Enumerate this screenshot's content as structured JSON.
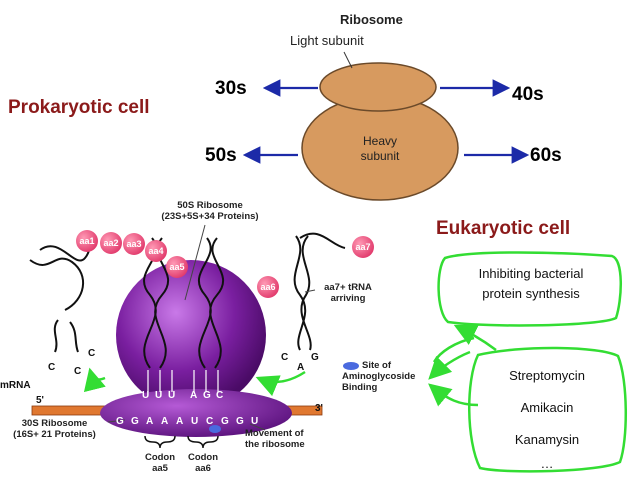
{
  "ribosome": {
    "title": "Ribosome",
    "light_label": "Light subunit",
    "heavy_label_1": "Heavy",
    "heavy_label_2": "subunit"
  },
  "sizes": {
    "top_left": "30s",
    "top_right": "40s",
    "bottom_left": "50s",
    "bottom_right": "60s"
  },
  "cells": {
    "prokaryotic": "Prokaryotic cell",
    "eukaryotic": "Eukaryotic cell"
  },
  "translation": {
    "large_ribosome_1": "50S Ribosome",
    "large_ribosome_2": "(23S+5S+34 Proteins)",
    "small_ribosome_1": "30S Ribosome",
    "small_ribosome_2": "(16S+ 21 Proteins)",
    "mrna": "mRNA",
    "five_prime": "5'",
    "three_prime": "3'",
    "codons_top": [
      "U",
      "U",
      "U",
      "A",
      "G",
      "C"
    ],
    "codons_bottom": [
      "G",
      "G",
      "A",
      "A",
      "A",
      "U",
      "C",
      "G",
      "G",
      "U"
    ],
    "codon_label": "Codon",
    "codon_aa5": "aa5",
    "codon_aa6": "aa6",
    "movement_1": "Movement of",
    "movement_2": "the ribosome",
    "trna_arriving_1": "aa7+ tRNA",
    "trna_arriving_2": "arriving",
    "site_1": "Site of",
    "site_2": "Aminoglycoside",
    "site_3": "Binding",
    "amino_acids": [
      "aa1",
      "aa2",
      "aa3",
      "aa4",
      "aa5",
      "aa6",
      "aa7"
    ],
    "left_anticodon": [
      "C",
      "C",
      "C"
    ],
    "right_anticodon": [
      "C",
      "A",
      "G"
    ]
  },
  "green_boxes": {
    "inhibit_1": "Inhibiting bacterial",
    "inhibit_2": "protein synthesis",
    "drugs": [
      "Streptomycin",
      "Amikacin",
      "Kanamysin",
      "…"
    ]
  },
  "colors": {
    "ribosome_fill": "#d79a5f",
    "arrow_blue": "#1c2aa8",
    "cell_red": "#8b1a1a",
    "green": "#33dd33",
    "purple": "#7a1fa0",
    "aa_pink": "#e8306a"
  }
}
